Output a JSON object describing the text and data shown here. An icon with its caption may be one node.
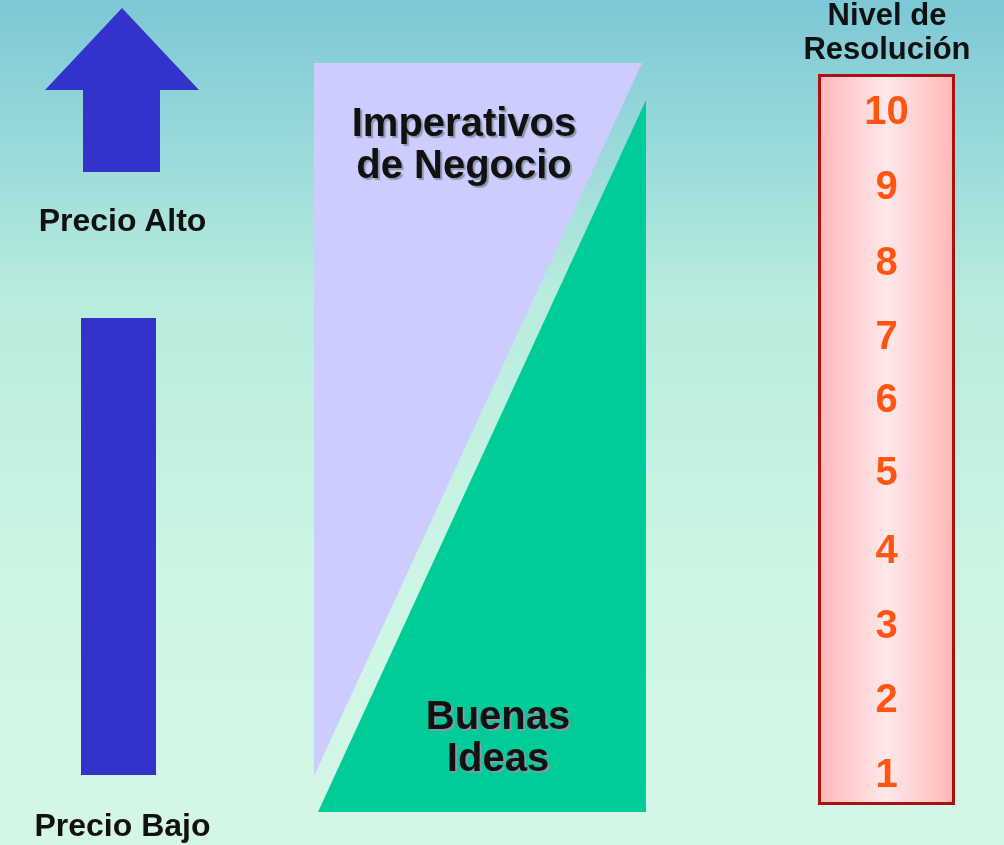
{
  "diagram": {
    "nodes": [
      {
        "text": [
          "Imperativos de Negocio"
        ]
      },
      {
        "text": [
          "Buenas Ideas"
        ]
      },
      {
        "text": [
          "Nivel de Resolución",
          "10",
          "9",
          "8",
          "7",
          "6",
          "5",
          "4",
          "3",
          "2",
          "1"
        ]
      }
    ],
    "labels": [
      "Precio Alto",
      "Precio Bajo"
    ]
  }
}
